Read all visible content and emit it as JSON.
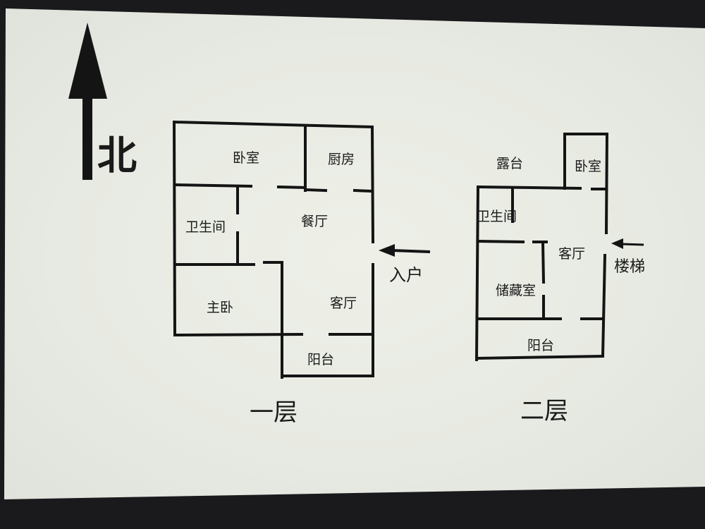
{
  "colors": {
    "background": "#1a1a1c",
    "paper": "#e9ebe3",
    "ink": "#141414"
  },
  "compass": {
    "label": "北",
    "icon": "north-arrow-icon"
  },
  "floor1": {
    "title": "一层",
    "rooms": {
      "bedroom": "卧室",
      "kitchen": "厨房",
      "bathroom": "卫生间",
      "dining": "餐厅",
      "master_bedroom": "主卧",
      "living": "客厅",
      "balcony": "阳台"
    },
    "entry_label": "入户",
    "entry_icon": "entry-arrow-icon"
  },
  "floor2": {
    "title": "二层",
    "rooms": {
      "terrace": "露台",
      "bedroom": "卧室",
      "bathroom": "卫生间",
      "living": "客厅",
      "storage": "储藏室",
      "balcony": "阳台"
    },
    "stairs_label": "楼梯",
    "stairs_icon": "stairs-arrow-icon"
  }
}
